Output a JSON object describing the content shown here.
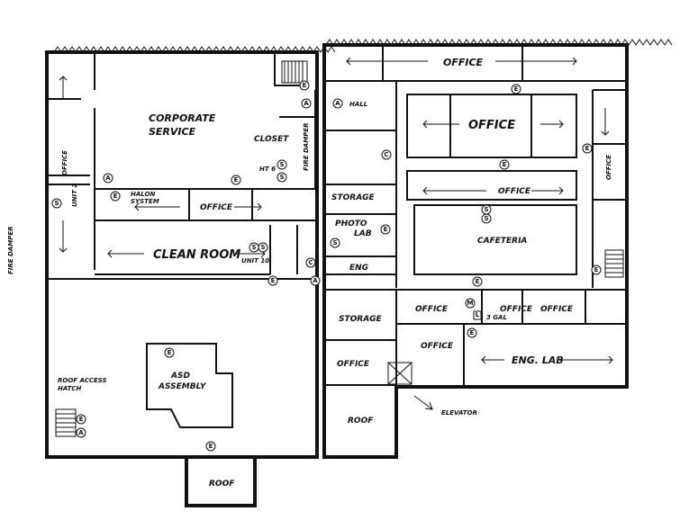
{
  "rooms": {
    "office_top": "OFFICE",
    "office_center": "OFFICE",
    "office_east_upper": "OFFICE",
    "office_east_vertical": "OFFICE",
    "office_west_vertical": "OFFICE",
    "office_halon": "OFFICE",
    "corporate_service_1": "CORPORATE",
    "corporate_service_2": "SERVICE",
    "closet": "CLOSET",
    "halon_1": "HALON",
    "halon_2": "SYSTEM",
    "hall": "HALL",
    "storage_upper": "STORAGE",
    "photo_lab_1": "PHOTO",
    "photo_lab_2": "LAB",
    "eng": "ENG",
    "cafeteria": "CAFETERIA",
    "clean_room": "CLEAN ROOM",
    "unit_10": "UNIT 10",
    "unit_2": "UNIT 2",
    "fire_damper_left": "FIRE DAMPER",
    "fire_damper_closet": "FIRE DAMPER",
    "storage_lower": "STORAGE",
    "office_lower_left": "OFFICE",
    "office_lower_mid": "OFFICE",
    "office_right_1": "OFFICE",
    "office_right_2": "OFFICE",
    "office_mid_small": "OFFICE",
    "gal": "3 GAL",
    "eng_lab": "ENG. LAB",
    "roof_right": "ROOF",
    "elevator": "ELEVATOR",
    "asd_1": "ASD",
    "asd_2": "ASSEMBLY",
    "roof_access_1": "ROOF ACCESS",
    "roof_access_2": "HATCH",
    "roof_bottom": "ROOF",
    "ht6": "HT 6"
  },
  "markers": {
    "A": "A",
    "E": "E",
    "S": "S",
    "C": "C",
    "M": "M",
    "L": "L"
  }
}
